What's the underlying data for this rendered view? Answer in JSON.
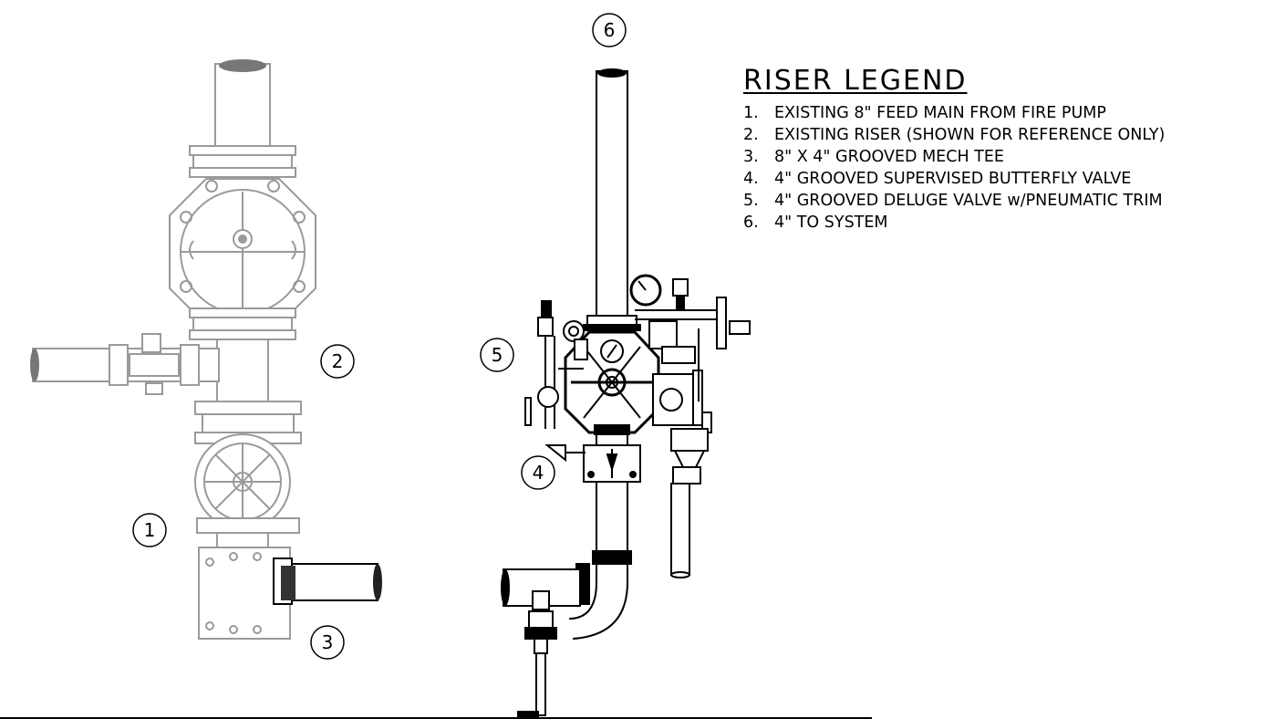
{
  "legend": {
    "title": "RISER LEGEND",
    "items": [
      {
        "num": "1.",
        "text": "EXISTING 8\" FEED MAIN FROM FIRE PUMP"
      },
      {
        "num": "2.",
        "text": "EXISTING RISER (SHOWN FOR REFERENCE ONLY)"
      },
      {
        "num": "3.",
        "text": "8\" X 4\" GROOVED MECH TEE"
      },
      {
        "num": "4.",
        "text": "4\" GROOVED SUPERVISED BUTTERFLY VALVE"
      },
      {
        "num": "5.",
        "text": "4\" GROOVED DELUGE VALVE w/PNEUMATIC TRIM"
      },
      {
        "num": "6.",
        "text": "4\" TO SYSTEM"
      }
    ]
  },
  "callouts": {
    "c1": "1",
    "c2": "2",
    "c3": "3",
    "c4": "4",
    "c5": "5",
    "c6": "6"
  },
  "colors": {
    "existing_line": "#9a9a9a",
    "new_line": "#000000"
  }
}
